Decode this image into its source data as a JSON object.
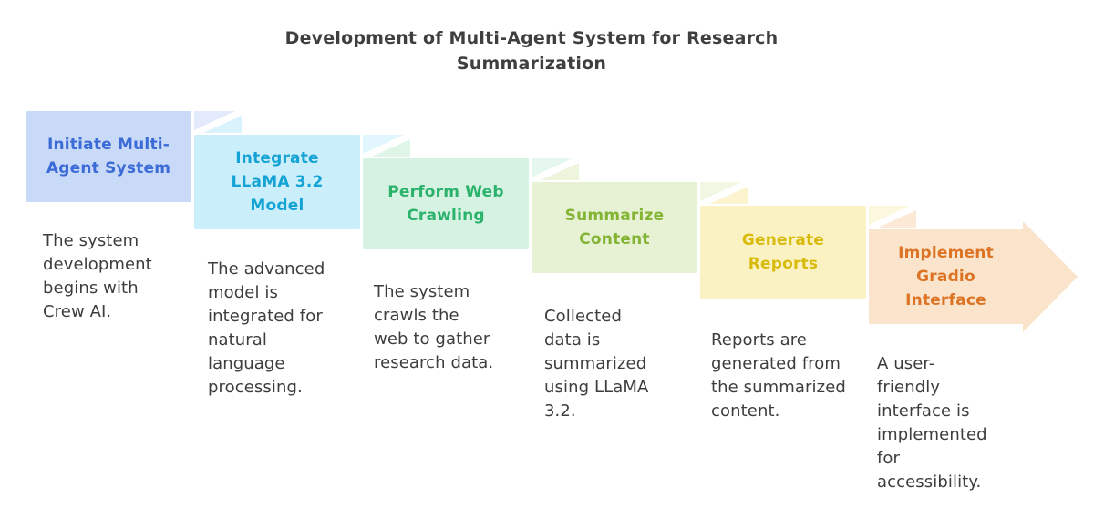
{
  "title": {
    "lines": [
      "Development of Multi-Agent System for Research",
      "Summarization"
    ]
  },
  "steps": [
    {
      "title_lines": [
        "Initiate Multi-",
        "Agent System"
      ],
      "description_lines": [
        "The system",
        "development",
        "begins with",
        "Crew AI."
      ],
      "colors": {
        "box": "#c9d9f8",
        "title": "#3b6bd6",
        "fold_back": "#e2eafc",
        "fold_front": "#d7e4fb"
      }
    },
    {
      "title_lines": [
        "Integrate",
        "LLaMA 3.2",
        "Model"
      ],
      "description_lines": [
        "The advanced",
        "model is",
        "integrated for",
        "natural",
        "language",
        "processing."
      ],
      "colors": {
        "box": "#cbeffa",
        "title": "#14a3d4",
        "fold_back": "#e1f6fd",
        "fold_front": "#d9f3fc"
      }
    },
    {
      "title_lines": [
        "Perform Web",
        "Crawling"
      ],
      "description_lines": [
        "The system",
        "crawls the",
        "web to gather",
        "research data."
      ],
      "colors": {
        "box": "#d5f2e2",
        "title": "#2bb36c",
        "fold_back": "#e6f8ee",
        "fold_front": "#def5e8"
      }
    },
    {
      "title_lines": [
        "Summarize",
        "Content"
      ],
      "description_lines": [
        "Collected",
        "data is",
        "summarized",
        "using LLaMA",
        "3.2."
      ],
      "colors": {
        "box": "#e7f1d3",
        "title": "#83b434",
        "fold_back": "#f0f7e2",
        "fold_front": "#edf5dc"
      }
    },
    {
      "title_lines": [
        "Generate",
        "Reports"
      ],
      "description_lines": [
        "Reports are",
        "generated from",
        "the summarized",
        "content."
      ],
      "colors": {
        "box": "#faf2c2",
        "title": "#d8bb0a",
        "fold_back": "#fcf8dd",
        "fold_front": "#fbf4cf"
      }
    },
    {
      "title_lines": [
        "Implement",
        "Gradio",
        "Interface"
      ],
      "description_lines": [
        "A user-",
        "friendly",
        "interface is",
        "implemented",
        "for",
        "accessibility."
      ],
      "colors": {
        "box": "#fae4cb",
        "title": "#dd7425",
        "fold_back": "#fdf0e0",
        "fold_front": "#fbe9d6"
      }
    }
  ]
}
